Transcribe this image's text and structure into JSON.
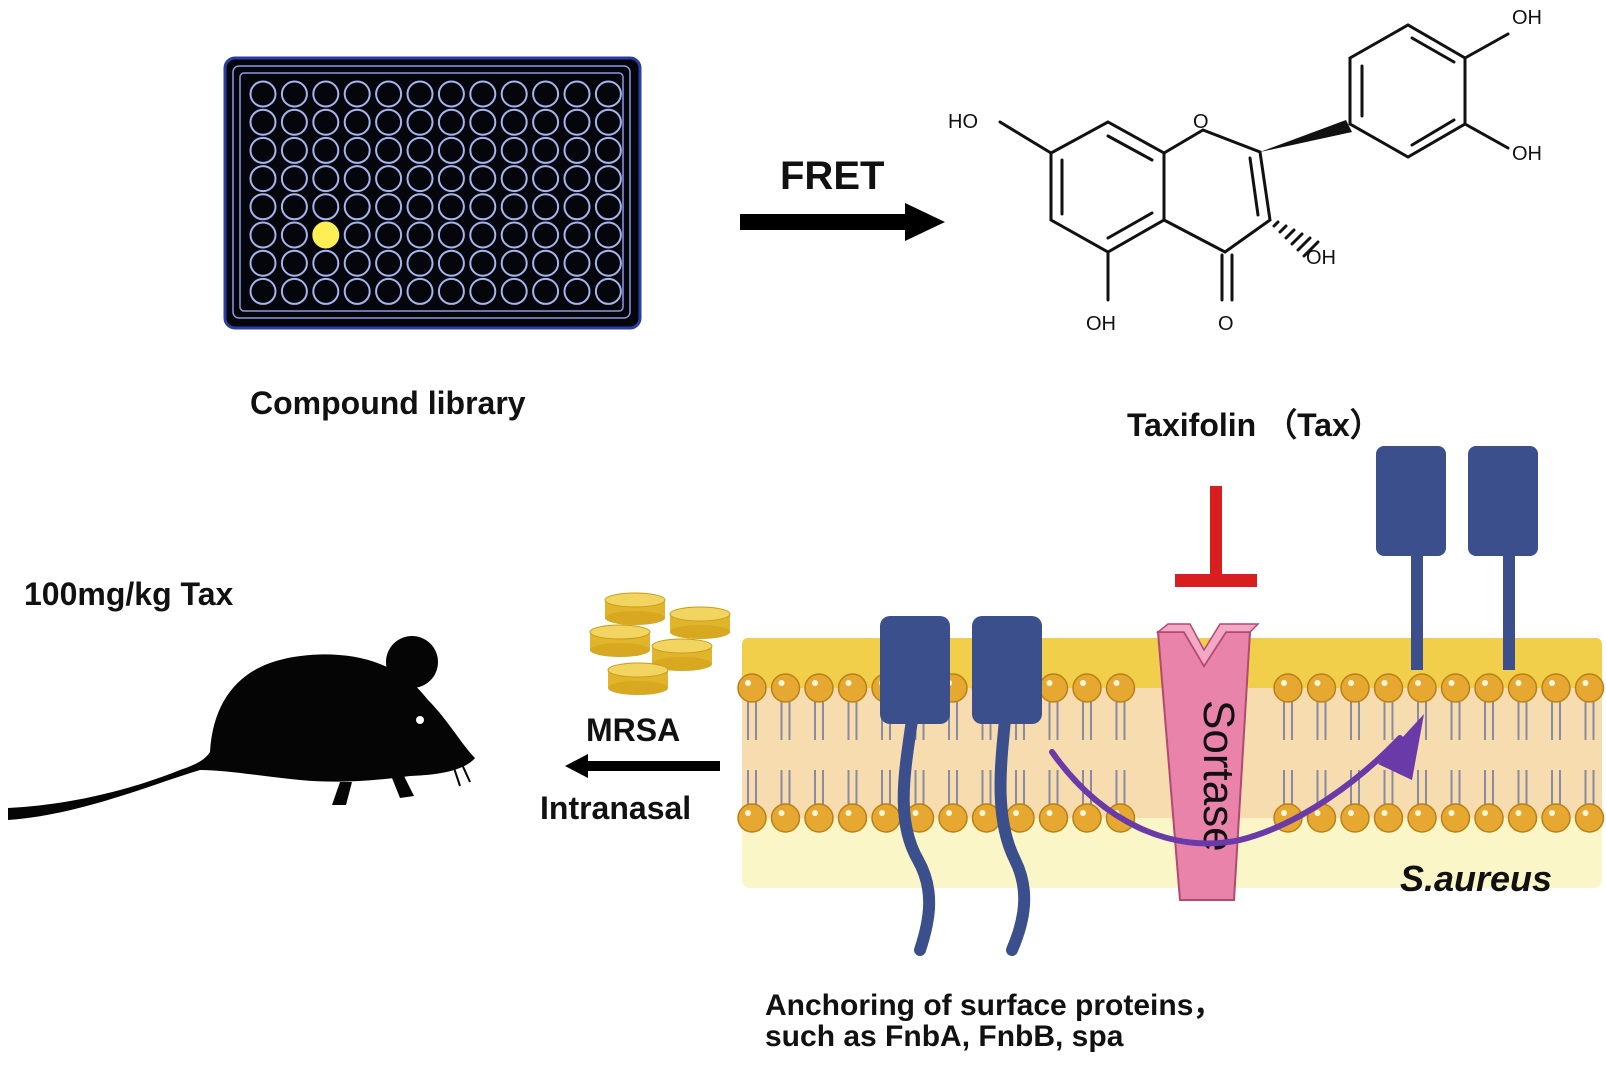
{
  "plate": {
    "rows": 8,
    "cols": 12,
    "highlight_row": 5,
    "highlight_col": 2,
    "highlight_color": "#ffee55",
    "well_color": "#a7b4ee",
    "plate_color": "#05050c"
  },
  "labels": {
    "compound_library": "Compound library",
    "fret": "FRET",
    "taxifolin": "Taxifolin （Tax）",
    "dose": "100mg/kg Tax",
    "mrsa": "MRSA",
    "intranasal": "Intranasal",
    "s_aureus": "S.aureus",
    "sortase": "Sortase",
    "anchoring_line1": "Anchoring of surface proteins，",
    "anchoring_line2": "such as FnbA, FnbB, spa"
  },
  "molecule": {
    "atoms": [
      "HO",
      "O",
      "OH",
      "OH",
      "OH",
      "OH",
      "O"
    ]
  },
  "colors": {
    "protein": "#3a4f8c",
    "membrane_band": "#f2cf4a",
    "membrane_core": "#f7dcb0",
    "lipid_head": "#e7a832",
    "sortase": "#e983aa",
    "inhibitor": "#d81e1e",
    "arrow": "#6a3aa8",
    "pellet": "#e9c336"
  }
}
